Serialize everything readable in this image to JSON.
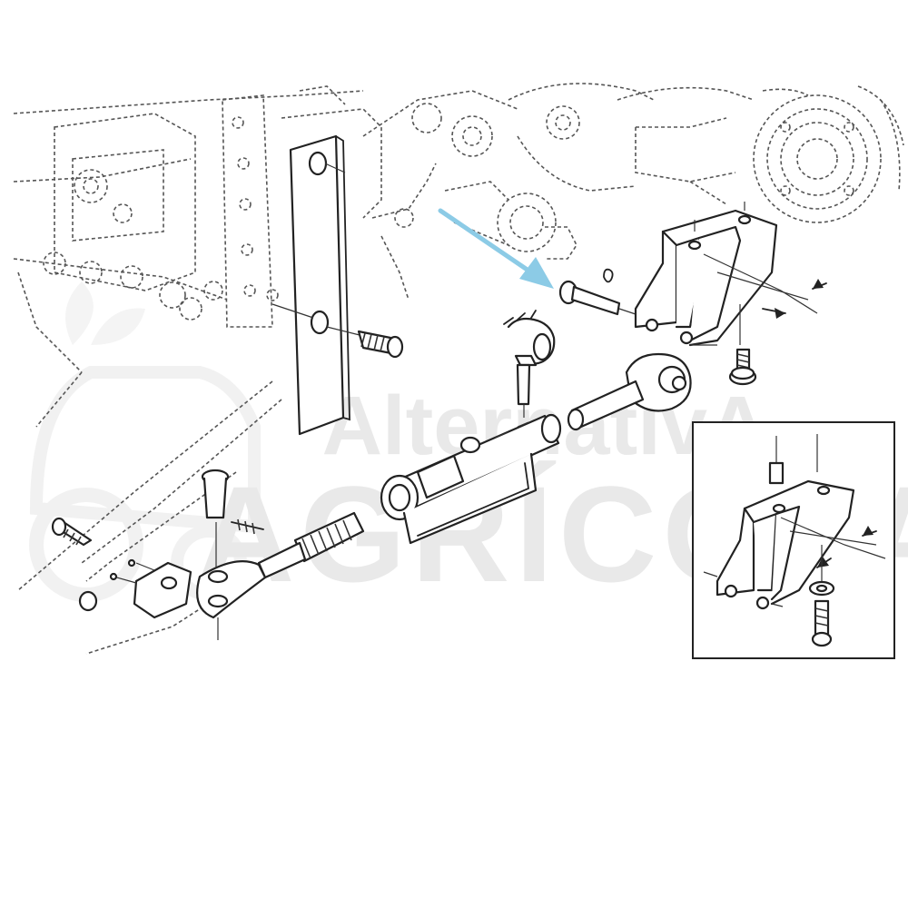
{
  "watermark": {
    "line1": "AlternativA",
    "line2": "AGRÍCOLA"
  },
  "colors": {
    "pointer_arrow": "#8ccbe6",
    "line": "#222222",
    "ghost": "#555555",
    "watermark": "#e9e9e9"
  },
  "icons": {
    "watermark_logo": "tractor-leaf-logo"
  }
}
